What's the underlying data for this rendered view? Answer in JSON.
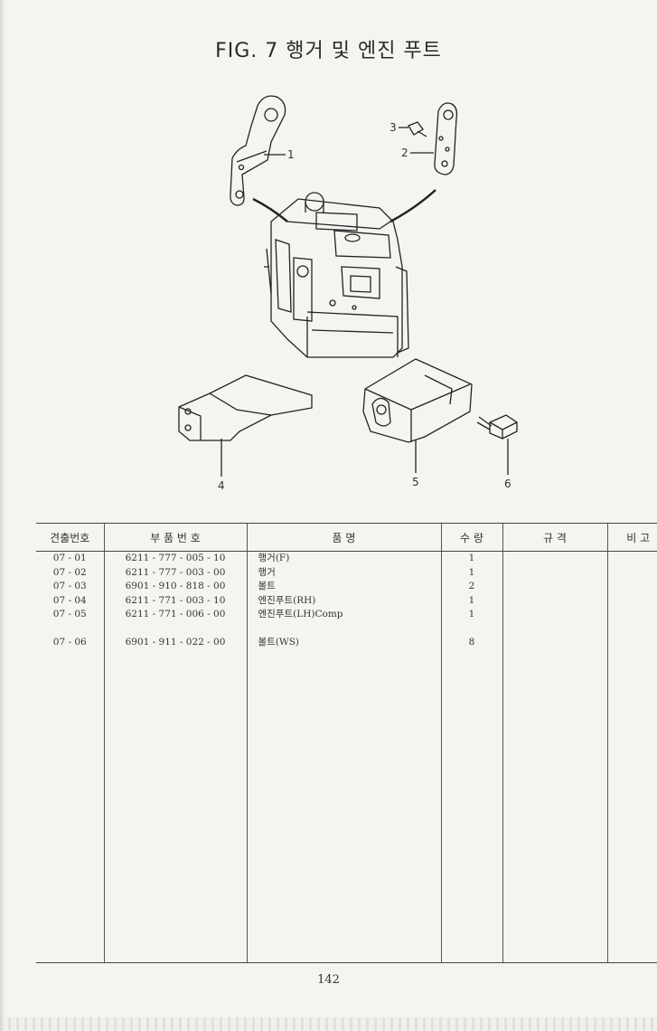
{
  "title": "FIG. 7 행거 및 엔진 푸트",
  "callouts": [
    "1",
    "2",
    "3",
    "4",
    "5",
    "6"
  ],
  "table": {
    "headers": [
      "견출번호",
      "부 품 번 호",
      "품 명",
      "수 량",
      "규 격",
      "비 고"
    ],
    "rows": [
      {
        "ref": "07 - 01",
        "part_no": "6211 - 777 - 005 - 10",
        "name": "행거(F)",
        "qty": "1"
      },
      {
        "ref": "07 - 02",
        "part_no": "6211 - 777 - 003 - 00",
        "name": "행거",
        "qty": "1"
      },
      {
        "ref": "07 - 03",
        "part_no": "6901 - 910 - 818 - 00",
        "name": "볼트",
        "qty": "2"
      },
      {
        "ref": "07 - 04",
        "part_no": "6211 - 771 - 003 - 10",
        "name": "엔진푸트(RH)",
        "qty": "1"
      },
      {
        "ref": "07 - 05",
        "part_no": "6211 - 771 - 006 - 00",
        "name": "엔진푸트(LH)Comp",
        "qty": "1"
      },
      {
        "ref": "07 - 06",
        "part_no": "6901 - 911 - 022 - 00",
        "name": "볼트(WS)",
        "qty": "8"
      }
    ]
  },
  "page_number": "142"
}
